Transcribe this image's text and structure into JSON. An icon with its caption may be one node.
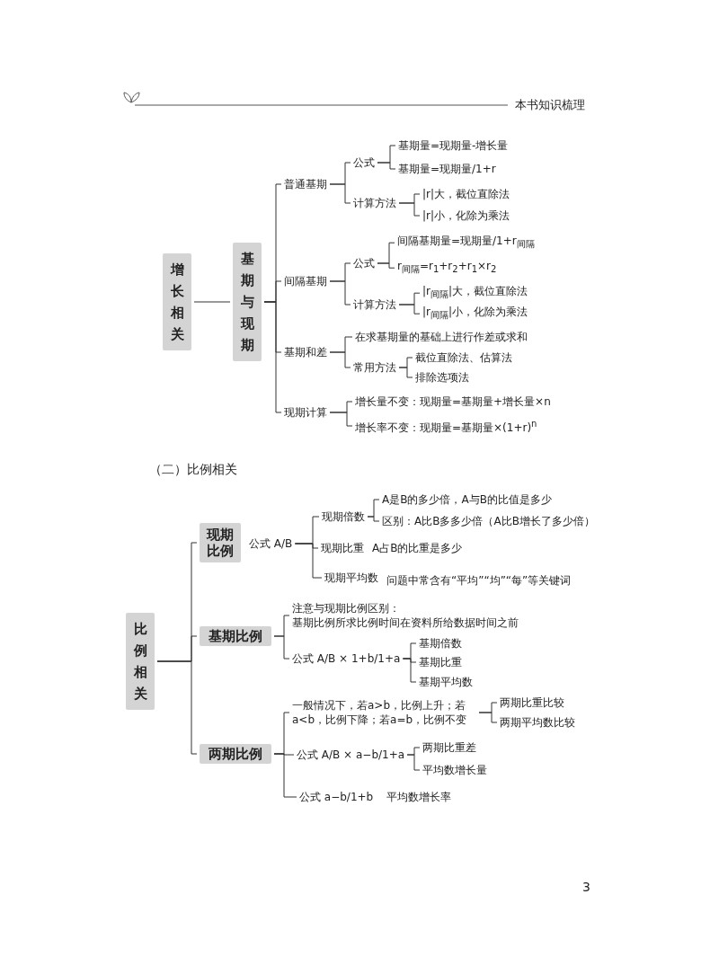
{
  "diagram": {
    "title": "（二）比例相关",
    "nodes": [
      {
        "text": [
          "增长相关"
        ]
      },
      {
        "text": [
          "基期与现期"
        ]
      },
      {
        "text": [
          "普通基期"
        ]
      },
      {
        "text": [
          "公式"
        ]
      },
      {
        "text": [
          "基期量=现期量-增长量"
        ]
      },
      {
        "text": [
          "基期量=现期量/1+r"
        ]
      },
      {
        "text": [
          "计算方法"
        ]
      },
      {
        "text": [
          "|r|大，截位直除法"
        ]
      },
      {
        "text": [
          "|r|小，化除为乘法"
        ]
      },
      {
        "text": [
          "间隔基期"
        ]
      },
      {
        "text": [
          "公式"
        ]
      },
      {
        "text": [
          "间隔基期量=现期量/1+r$_{间隔}$"
        ]
      },
      {
        "text": [
          "r$_{间隔}$=r$_{1}$+r$_{2}$+r$_{1}$×r$_{2}$"
        ]
      },
      {
        "text": [
          "计算方法"
        ]
      },
      {
        "text": [
          "|r$_{间隔}$|大，截位直除法"
        ]
      },
      {
        "text": [
          "|r$_{间隔}$|小，化除为乘法"
        ]
      },
      {
        "text": [
          "基期和差"
        ]
      },
      {
        "text": [
          "在求基期量的基础上进行作差或求和"
        ]
      },
      {
        "text": [
          "常用方法"
        ]
      },
      {
        "text": [
          "截位直除法、估算法"
        ]
      },
      {
        "text": [
          "排除选项法"
        ]
      },
      {
        "text": [
          "现期计算"
        ]
      },
      {
        "text": [
          "增长量不变：现期量=基期量+增长量×n"
        ]
      },
      {
        "text": [
          "增长率不变：现期量=基期量×(1+r)$^{n}$"
        ]
      },
      {
        "text": [
          "比例相关"
        ]
      },
      {
        "text": [
          "现期比例"
        ]
      },
      {
        "text": [
          "公式 A/B"
        ]
      },
      {
        "text": [
          "现期倍数"
        ]
      },
      {
        "text": [
          "A是B的多少倍，A与B的比值是多少"
        ]
      },
      {
        "text": [
          "区别：A比B多多少倍（A比B增长了多少倍）"
        ]
      },
      {
        "text": [
          "现期比重"
        ]
      },
      {
        "text": [
          "A占B的比重是多少"
        ]
      },
      {
        "text": [
          "现期平均数"
        ]
      },
      {
        "text": [
          "问题中常含有“平均”“均”“每”等关键词"
        ]
      },
      {
        "text": [
          "基期比例"
        ]
      },
      {
        "text": [
          "注意与现期比例区别：",
          "基期比例所求比例时间在资料所给数据时间之前"
        ]
      },
      {
        "text": [
          "公式 A/B × 1+b/1+a"
        ]
      },
      {
        "text": [
          "基期倍数"
        ]
      },
      {
        "text": [
          "基期比重"
        ]
      },
      {
        "text": [
          "基期平均数"
        ]
      },
      {
        "text": [
          "两期比例"
        ]
      },
      {
        "text": [
          "一般情况下，若a>b，比例上升；若a<b，比例下降；若a=b，比例不变"
        ]
      },
      {
        "text": [
          "两期比重比较"
        ]
      },
      {
        "text": [
          "两期平均数比较"
        ]
      },
      {
        "text": [
          "公式 A/B × a−b/1+a"
        ]
      },
      {
        "text": [
          "两期比重差"
        ]
      },
      {
        "text": [
          "平均数增长量"
        ]
      },
      {
        "text": [
          "公式 a−b/1+b"
        ]
      },
      {
        "text": [
          "平均数增长率"
        ]
      }
    ],
    "edges": [
      {
        "from": 0,
        "to": 1,
        "arrow": "none"
      },
      {
        "from": 1,
        "to": 2,
        "arrow": "none"
      },
      {
        "from": 2,
        "to": 3,
        "arrow": "none"
      },
      {
        "from": 3,
        "to": 4,
        "arrow": "none"
      },
      {
        "from": 3,
        "to": 5,
        "arrow": "none"
      },
      {
        "from": 2,
        "to": 6,
        "arrow": "none"
      },
      {
        "from": 6,
        "to": 7,
        "arrow": "none"
      },
      {
        "from": 6,
        "to": 8,
        "arrow": "none"
      },
      {
        "from": 1,
        "to": 9,
        "arrow": "none"
      },
      {
        "from": 9,
        "to": 10,
        "arrow": "none"
      },
      {
        "from": 10,
        "to": 11,
        "arrow": "none"
      },
      {
        "from": 10,
        "to": 12,
        "arrow": "none"
      },
      {
        "from": 9,
        "to": 13,
        "arrow": "none"
      },
      {
        "from": 13,
        "to": 14,
        "arrow": "none"
      },
      {
        "from": 13,
        "to": 15,
        "arrow": "none"
      },
      {
        "from": 1,
        "to": 16,
        "arrow": "none"
      },
      {
        "from": 16,
        "to": 17,
        "arrow": "none"
      },
      {
        "from": 16,
        "to": 18,
        "arrow": "none"
      },
      {
        "from": 18,
        "to": 19,
        "arrow": "none"
      },
      {
        "from": 18,
        "to": 20,
        "arrow": "none"
      },
      {
        "from": 1,
        "to": 21,
        "arrow": "none"
      },
      {
        "from": 21,
        "to": 22,
        "arrow": "none"
      },
      {
        "from": 21,
        "to": 23,
        "arrow": "none"
      },
      {
        "from": 24,
        "to": 25,
        "arrow": "none"
      },
      {
        "from": 26,
        "to": 27,
        "arrow": "none"
      },
      {
        "from": 27,
        "to": 28,
        "arrow": "none"
      },
      {
        "from": 27,
        "to": 29,
        "arrow": "none"
      },
      {
        "from": 26,
        "to": 30,
        "arrow": "none"
      },
      {
        "from": 26,
        "to": 32,
        "arrow": "none"
      },
      {
        "from": 24,
        "to": 34,
        "arrow": "none"
      },
      {
        "from": 34,
        "to": 35,
        "arrow": "none"
      },
      {
        "from": 34,
        "to": 36,
        "arrow": "none"
      },
      {
        "from": 36,
        "to": 37,
        "arrow": "none"
      },
      {
        "from": 36,
        "to": 38,
        "arrow": "none"
      },
      {
        "from": 36,
        "to": 39,
        "arrow": "none"
      },
      {
        "from": 24,
        "to": 40,
        "arrow": "none"
      },
      {
        "from": 40,
        "to": 41,
        "arrow": "none"
      },
      {
        "from": 41,
        "to": 42,
        "arrow": "none"
      },
      {
        "from": 41,
        "to": 43,
        "arrow": "none"
      },
      {
        "from": 40,
        "to": 44,
        "arrow": "none"
      },
      {
        "from": 44,
        "to": 45,
        "arrow": "none"
      },
      {
        "from": 44,
        "to": 46,
        "arrow": "none"
      },
      {
        "from": 40,
        "to": 47,
        "arrow": "none"
      }
    ],
    "labels": [
      "本书知识梳理",
      "3"
    ]
  }
}
